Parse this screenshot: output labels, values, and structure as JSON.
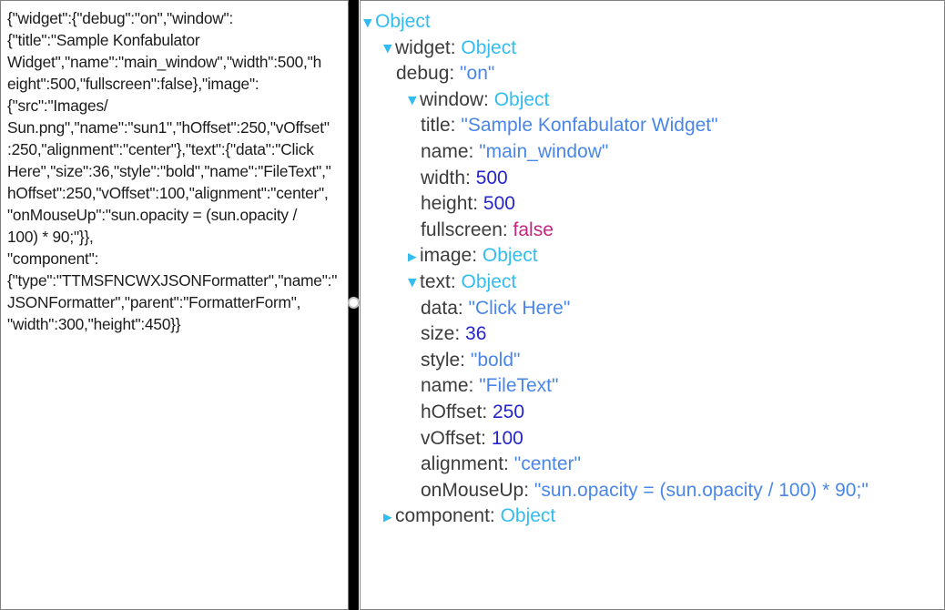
{
  "raw_json_editor": {
    "lines": [
      "{\"widget\":{\"debug\":\"on\",\"window\":",
      "{\"title\":\"Sample Konfabulator",
      "Widget\",\"name\":\"main_window\",\"width\":500,\"h",
      "eight\":500,\"fullscreen\":false},\"image\":",
      "{\"src\":\"Images/",
      "Sun.png\",\"name\":\"sun1\",\"hOffset\":250,\"vOffset\"",
      ":250,\"alignment\":\"center\"},\"text\":{\"data\":\"Click",
      "Here\",\"size\":36,\"style\":\"bold\",\"name\":\"FileText\",\"",
      "hOffset\":250,\"vOffset\":100,\"alignment\":\"center\",",
      "\"onMouseUp\":\"sun.opacity = (sun.opacity /",
      "100) * 90;\"}},",
      "\"component\":",
      "{\"type\":\"TTMSFNCWXJSONFormatter\",\"name\":\"",
      "JSONFormatter\",\"parent\":\"FormatterForm\",",
      "\"width\":300,\"height\":450}}"
    ]
  },
  "tree_view": {
    "object_label": "Object",
    "root": {
      "type": "object",
      "expanded": true,
      "children": [
        {
          "key": "widget",
          "type": "object",
          "expanded": true,
          "children": [
            {
              "key": "debug",
              "type": "string",
              "value": "on"
            },
            {
              "key": "window",
              "type": "object",
              "expanded": true,
              "children": [
                {
                  "key": "title",
                  "type": "string",
                  "value": "Sample Konfabulator Widget"
                },
                {
                  "key": "name",
                  "type": "string",
                  "value": "main_window"
                },
                {
                  "key": "width",
                  "type": "number",
                  "value": "500"
                },
                {
                  "key": "height",
                  "type": "number",
                  "value": "500"
                },
                {
                  "key": "fullscreen",
                  "type": "boolean",
                  "value": "false"
                }
              ]
            },
            {
              "key": "image",
              "type": "object",
              "expanded": false,
              "children": []
            },
            {
              "key": "text",
              "type": "object",
              "expanded": true,
              "children": [
                {
                  "key": "data",
                  "type": "string",
                  "value": "Click Here"
                },
                {
                  "key": "size",
                  "type": "number",
                  "value": "36"
                },
                {
                  "key": "style",
                  "type": "string",
                  "value": "bold"
                },
                {
                  "key": "name",
                  "type": "string",
                  "value": "FileText"
                },
                {
                  "key": "hOffset",
                  "type": "number",
                  "value": "250"
                },
                {
                  "key": "vOffset",
                  "type": "number",
                  "value": "100"
                },
                {
                  "key": "alignment",
                  "type": "string",
                  "value": "center"
                },
                {
                  "key": "onMouseUp",
                  "type": "string",
                  "value": "sun.opacity = (sun.opacity / 100) * 90;"
                }
              ]
            }
          ]
        },
        {
          "key": "component",
          "type": "object",
          "expanded": false,
          "children": []
        }
      ]
    }
  },
  "icons": {
    "collapse_glyph": "▼",
    "expand_glyph": "▶"
  },
  "colors": {
    "editor_text": "#1b1b1b",
    "tree_key": "#3c3c3c",
    "tree_object": "#33bcf0",
    "tree_string": "#4a86e8",
    "tree_number": "#2424cd",
    "tree_boolean": "#c2267e",
    "splitter": "#000000",
    "panel_border": "#808080"
  }
}
